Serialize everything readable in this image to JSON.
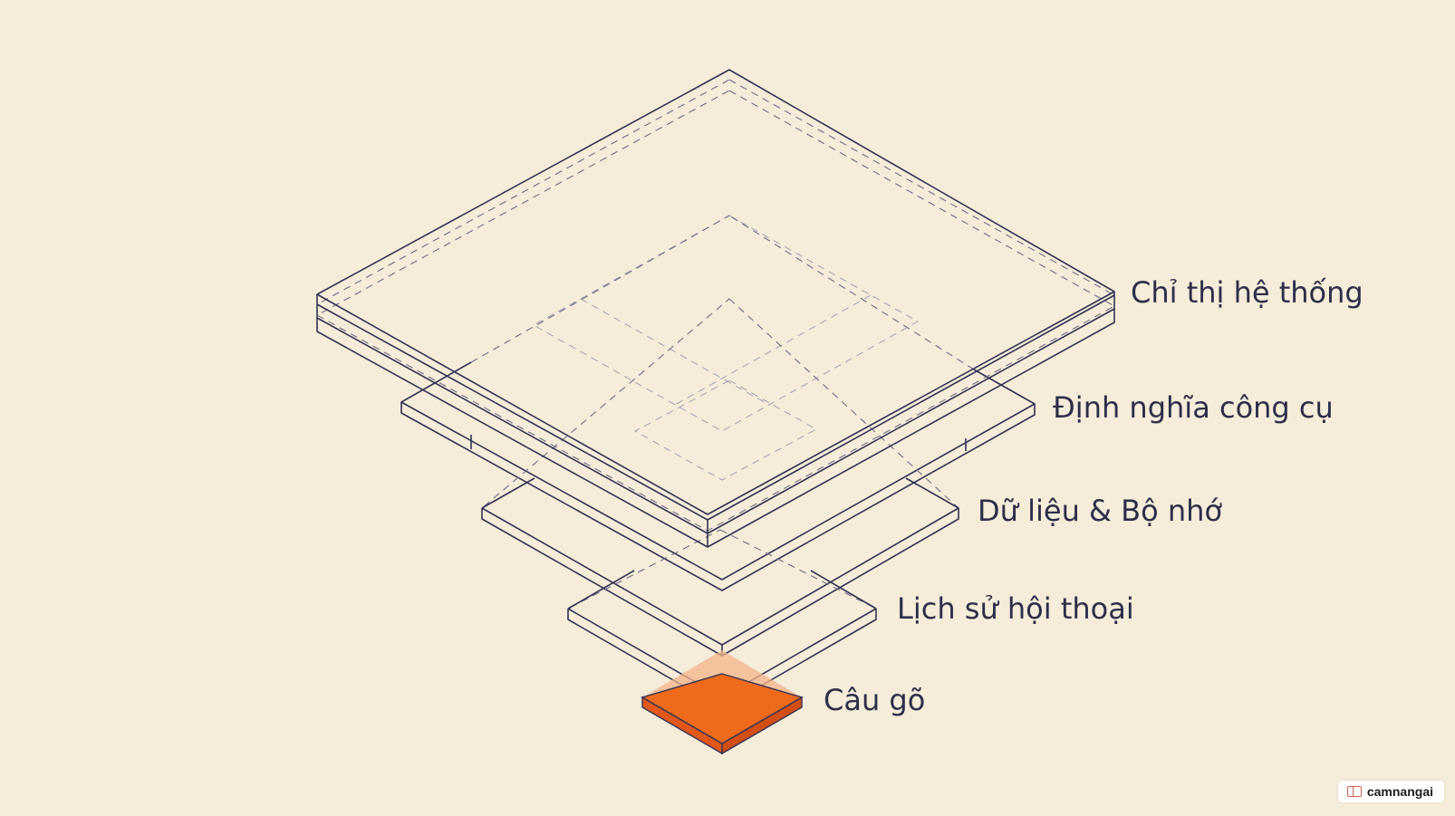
{
  "diagram": {
    "layers": [
      {
        "id": "system",
        "label": "Chỉ thị hệ thống"
      },
      {
        "id": "tools",
        "label": "Định nghĩa công cụ"
      },
      {
        "id": "data",
        "label": "Dữ liệu & Bộ nhớ"
      },
      {
        "id": "history",
        "label": "Lịch sử hội thoại"
      },
      {
        "id": "prompt",
        "label": "Câu gõ",
        "highlight": true
      }
    ],
    "colors": {
      "background": "#f6ecda",
      "stroke": "#2f3454",
      "highlight": "#f06a1c",
      "label": "#2b2f4a"
    }
  },
  "watermark": {
    "text": "camnangai",
    "icon": "book-icon"
  }
}
